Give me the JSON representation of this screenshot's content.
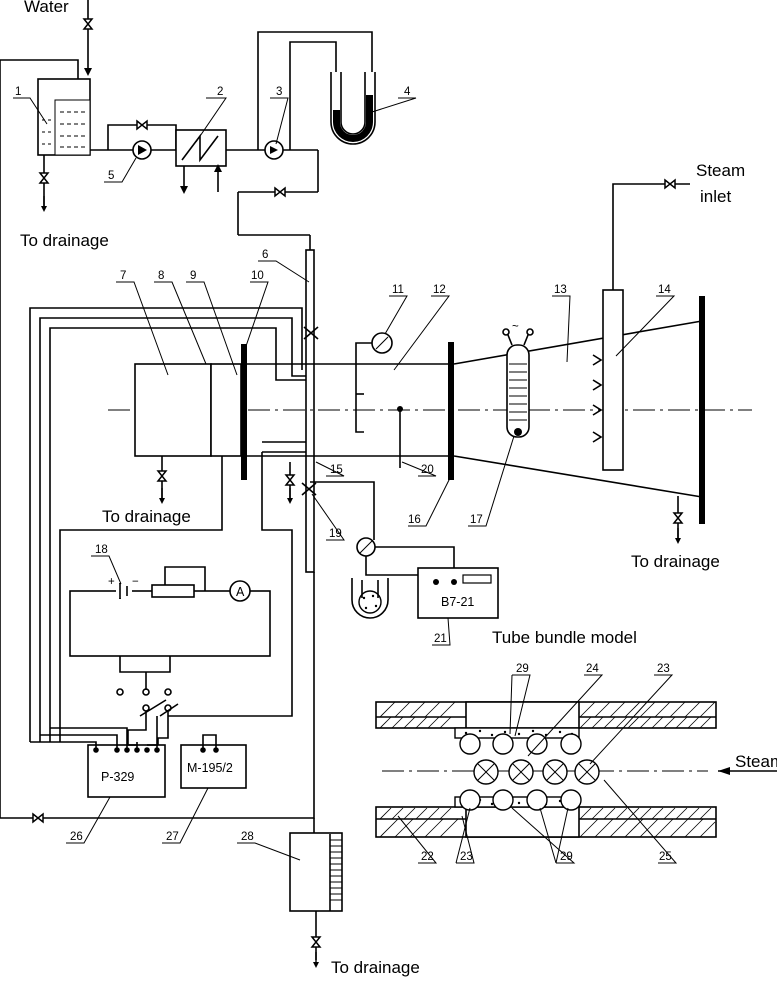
{
  "labels": {
    "water": "Water",
    "to_drainage": "To drainage",
    "steam_inlet_1": "Steam",
    "steam_inlet_2": "inlet",
    "tube_bundle": "Tube bundle model",
    "steam": "Steam"
  },
  "devices": {
    "b7_21": "B7-21",
    "p_329": "P-329",
    "m_195": "M-195/2",
    "ammeter": "A"
  },
  "polarity": {
    "plus": "+",
    "minus": "−"
  },
  "ac_symbol": "~",
  "callouts": [
    "1",
    "2",
    "3",
    "4",
    "5",
    "6",
    "7",
    "8",
    "9",
    "10",
    "11",
    "12",
    "13",
    "14",
    "15",
    "16",
    "17",
    "18",
    "19",
    "20",
    "21",
    "22",
    "23",
    "24",
    "25",
    "26",
    "27",
    "28",
    "29"
  ],
  "callouts_extra": [
    "23",
    "29"
  ]
}
